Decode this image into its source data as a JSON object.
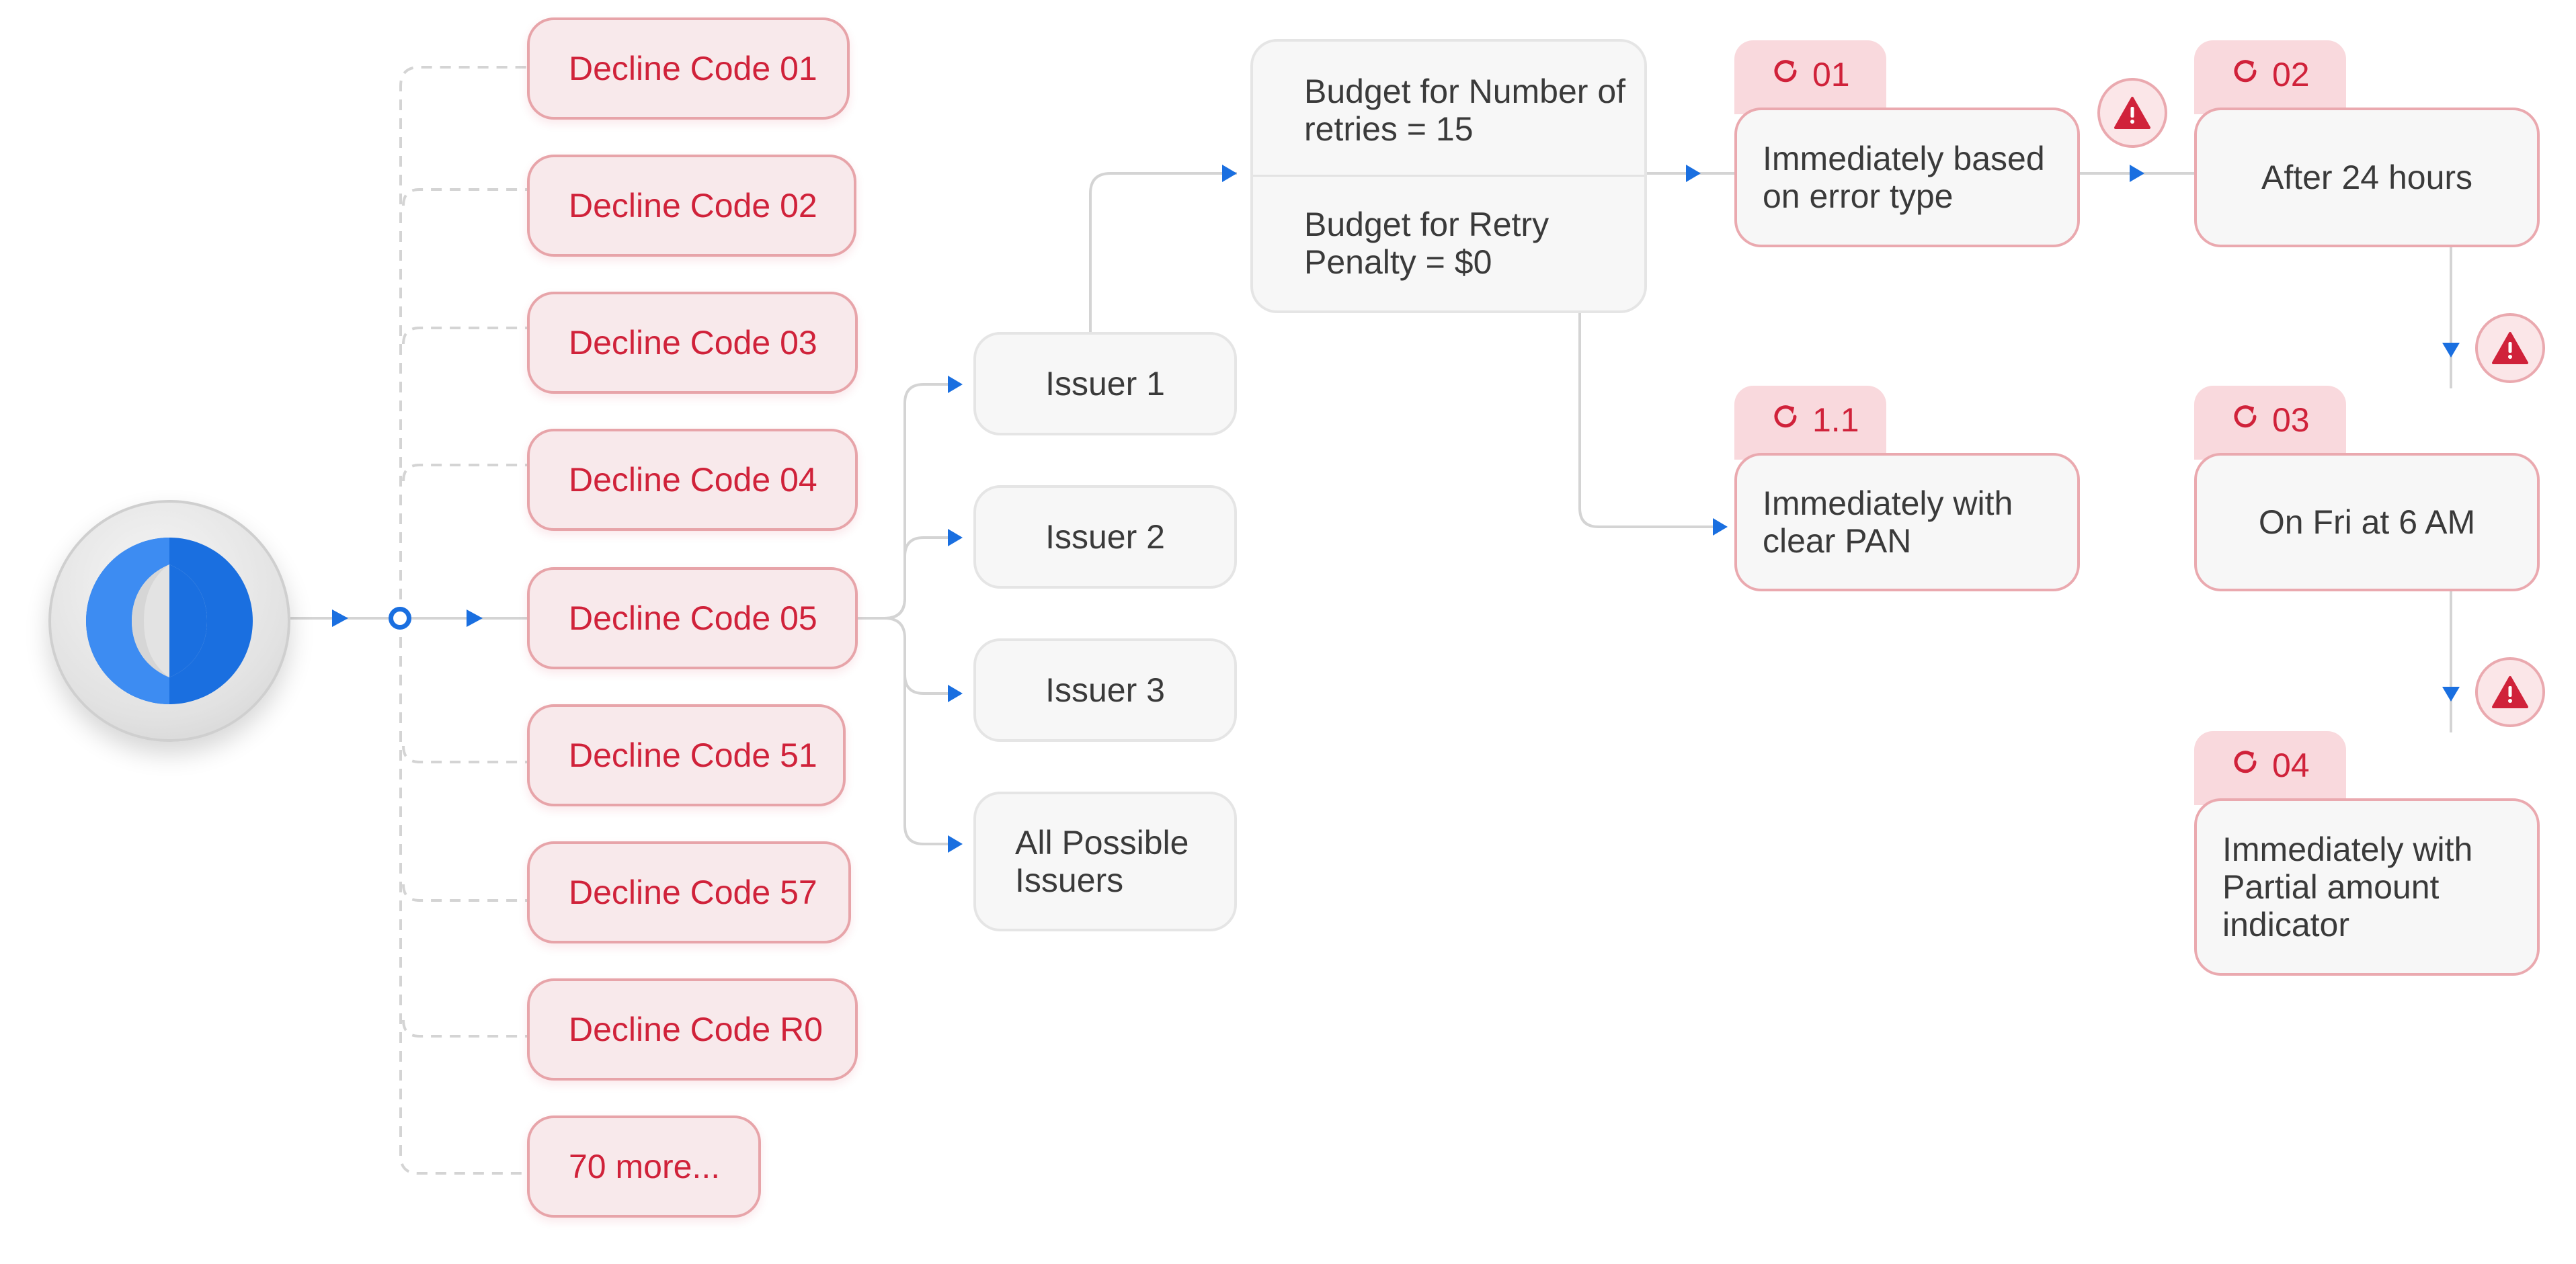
{
  "colors": {
    "accent": "#1a6fe0",
    "decline_text": "#d0223a",
    "decline_fill": "#f8e9eb",
    "decline_border": "#e7a4a9",
    "box_fill": "#f7f7f7",
    "box_border": "#e5e5e5",
    "connector": "#d4d4d4"
  },
  "logo": {
    "icon": "retry-logo-icon"
  },
  "decline_codes": [
    "Decline Code 01",
    "Decline Code 02",
    "Decline Code 03",
    "Decline Code 04",
    "Decline Code 05",
    "Decline Code 51",
    "Decline Code 57",
    "Decline Code R0",
    "70 more..."
  ],
  "issuers": [
    "Issuer 1",
    "Issuer 2",
    "Issuer 3",
    "All Possible Issuers"
  ],
  "budget": {
    "retries": "Budget for Number of retries = 15",
    "penalty": "Budget for Retry Penalty = $0"
  },
  "steps": [
    {
      "id": "01",
      "label": "Immediately based on error type"
    },
    {
      "id": "1.1",
      "label": "Immediately with clear PAN"
    },
    {
      "id": "02",
      "label": "After 24 hours"
    },
    {
      "id": "03",
      "label": "On Fri at 6 AM"
    },
    {
      "id": "04",
      "label": "Immediately with Partial amount indicator"
    }
  ],
  "icons": {
    "step": "retry-icon",
    "warning": "warning-icon"
  }
}
